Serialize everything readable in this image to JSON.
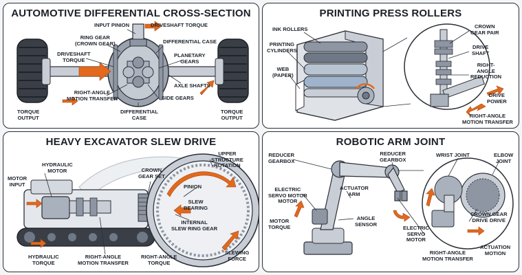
{
  "colors": {
    "outline": "#2b2f36",
    "steel": "#c9ced6",
    "steel_dark": "#8e96a3",
    "gear": "#a9b1bd",
    "arrow": "#e2691e",
    "accent_blue": "#9fb4cc",
    "tire": "#3a3f47"
  },
  "panels": {
    "differential": {
      "title": "AUTOMOTIVE DIFFERENTIAL CROSS-SECTION",
      "labels": {
        "input_pinion": "INPUT PINION",
        "driveshaft_torque_top": "DRIVESHAFT TORQUE",
        "ring_gear": "RING GEAR\n(CROWN GEAR)",
        "differential_case": "DIFFERENTIAL CASE",
        "driveshaft_torque_left": "DRIVESHAFT\nTORQUE",
        "planetary_gears": "PLANETARY\nGEARS",
        "axle_shafts": "AXLE SHAFTS",
        "right_angle": "RIGHT-ANGLE\nMOTION TRANSFER",
        "side_gears": "SIDE GEARS",
        "differential_case_bottom": "DIFFERENTIAL\nCASE",
        "torque_output_left": "TORQUE\nOUTPUT",
        "torque_output_right": "TORQUE\nOUTPUT"
      }
    },
    "printing": {
      "title": "PRINTING PRESS ROLLERS",
      "labels": {
        "ink_rollers": "INK ROLLERS",
        "printing_cylinders": "PRINTING\nCYLINDERS",
        "web": "WEB\n(PAPER)",
        "crown_gear_pair": "CROWN\nGEAR PAIR",
        "drive_shaft": "DRIVE\nSHAFT",
        "right_angle_reduction": "RIGHT-\nANGLE\nREDUCTION",
        "drive_power": "DRIVE\nPOWER",
        "right_angle": "RIGHT-ANGLE\nMOTION TRANSFER"
      }
    },
    "excavator": {
      "title": "HEAVY EXCAVATOR SLEW DRIVE",
      "labels": {
        "upper_structure": "UPPER\nSTRUCTURE\nROTATION",
        "hydraulic_motor": "HYDRAULIC\nMOTOR",
        "crown_gear_set": "CROWN\nGEAR SET",
        "pinion": "PINION",
        "motor_input": "MOTOR\nINPUT",
        "slew_bearing": "SLEW\nBEARING",
        "internal_slew_ring_gear": "INTERNAL\nSLEW RING GEAR",
        "hydraulic_torque": "HYDRAULIC\nTORQUE",
        "right_angle": "RIGHT-ANGLE\nMOTION TRANSFER",
        "right_angle_torque": "RIGHT-ANGLE\nTORQUE",
        "slewing_force": "SLEWING\nFORCE"
      }
    },
    "robotic": {
      "title": "ROBOTIC ARM JOINT",
      "labels": {
        "reducer_gearbox_left": "REDUCER\nGEARBOX",
        "reducer_gearbox_mid": "REDUCER\nGEARBOX",
        "wrist_joint": "WRIST JOINT",
        "elbow_joint": "ELBOW\nJOINT",
        "electric_servo_left": "ELECTRIC\nSERVO MOTOR\nMOTOR",
        "actuator_arm": "ACTUATOR\nARM",
        "motor_torque": "MOTOR\nTORQUE",
        "angle_sensor": "ANGLE\nSENSOR",
        "electric_servo_mid": "ELECTRIC\nSERVO\nMOTOR",
        "crown_gear_drive": "CROWN GEAR\nDRIVE DRIVE",
        "right_angle": "RIGHT-ANGLE\nMOTION TRANSFER",
        "actuation_motion": "ACTUATION\nMOTION"
      }
    }
  }
}
